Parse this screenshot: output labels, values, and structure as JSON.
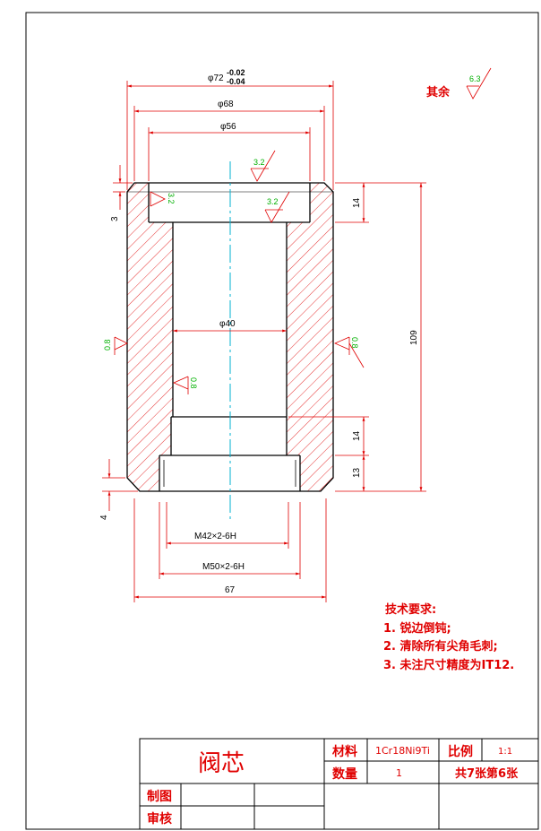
{
  "drawing": {
    "dimensions": {
      "d72": "φ72",
      "d72_upper": "-0.02",
      "d72_lower": "-0.04",
      "d68": "φ68",
      "d56": "φ56",
      "d40": "φ40",
      "m42": "M42×2-6H",
      "m50": "M50×2-6H",
      "len67": "67",
      "h109": "109",
      "h14_top": "14",
      "h14_mid": "14",
      "h13": "13",
      "ch3": "3",
      "ch4": "4"
    },
    "roughness": {
      "other_label": "其余",
      "other_value": "6.3",
      "top_face": "3.2",
      "top_bore_left": "3.2",
      "top_bore_floor": "3.2",
      "outer_left": "0.8",
      "outer_right": "0.8",
      "bore_inner": "0.8"
    }
  },
  "tech_requirements": {
    "title": "技术要求:",
    "items": [
      "1. 锐边倒钝;",
      "2. 清除所有尖角毛刺;",
      "3. 未注尺寸精度为IT12."
    ]
  },
  "title_block": {
    "part_name": "阀芯",
    "material_label": "材料",
    "material_value": "1Cr18Ni9Ti",
    "scale_label": "比例",
    "scale_value": "1:1",
    "qty_label": "数量",
    "qty_value": "1",
    "sheet_info": "共7张第6张",
    "drawn_label": "制图",
    "checked_label": "审核"
  },
  "colors": {
    "red": "#e00000",
    "green": "#00b000",
    "cyan": "#00b0d0",
    "black": "#000000"
  }
}
